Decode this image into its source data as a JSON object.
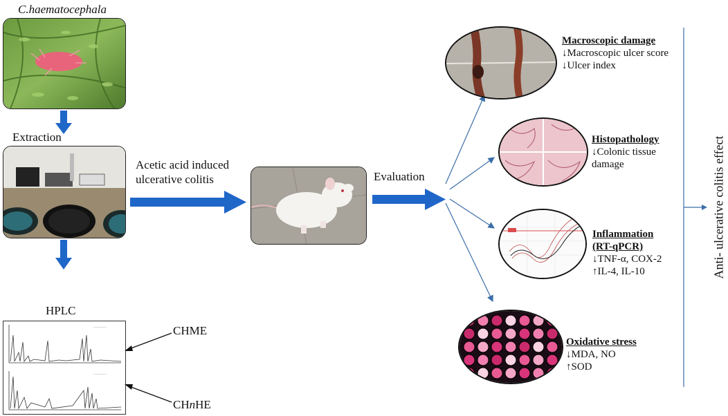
{
  "plant": {
    "title": "C.haematocephala"
  },
  "steps": {
    "extraction": "Extraction",
    "hplc": "HPLC",
    "induction_line1": "Acetic acid induced",
    "induction_line2": "ulcerative colitis",
    "evaluation": "Evaluation"
  },
  "chromatogram_labels": {
    "top": "CHME",
    "bottom_prefix": "CH",
    "bottom_italic": "n",
    "bottom_suffix": "HE"
  },
  "results": {
    "macroscopic": {
      "title": "Macroscopic damage",
      "lines": [
        "↓Macroscopic ulcer score",
        "↓Ulcer index"
      ]
    },
    "histopathology": {
      "title": "Histopathology",
      "lines": [
        "↓Colonic tissue",
        "damage"
      ]
    },
    "inflammation": {
      "title": "Inflammation",
      "title2": "(RT-qPCR)",
      "lines": [
        "↓TNF-α, COX-2",
        "↑IL-4, IL-10"
      ]
    },
    "oxidative": {
      "title": "Oxidative stress",
      "lines": [
        "↓MDA, NO",
        "↑SOD"
      ]
    }
  },
  "conclusion": "Anti- ulcerative colitis effect",
  "colors": {
    "arrow_blue": "#1f66c9",
    "thin_arrow": "#3a6ea8",
    "well_pink": "#d8347a",
    "flower": "#e8647a"
  }
}
